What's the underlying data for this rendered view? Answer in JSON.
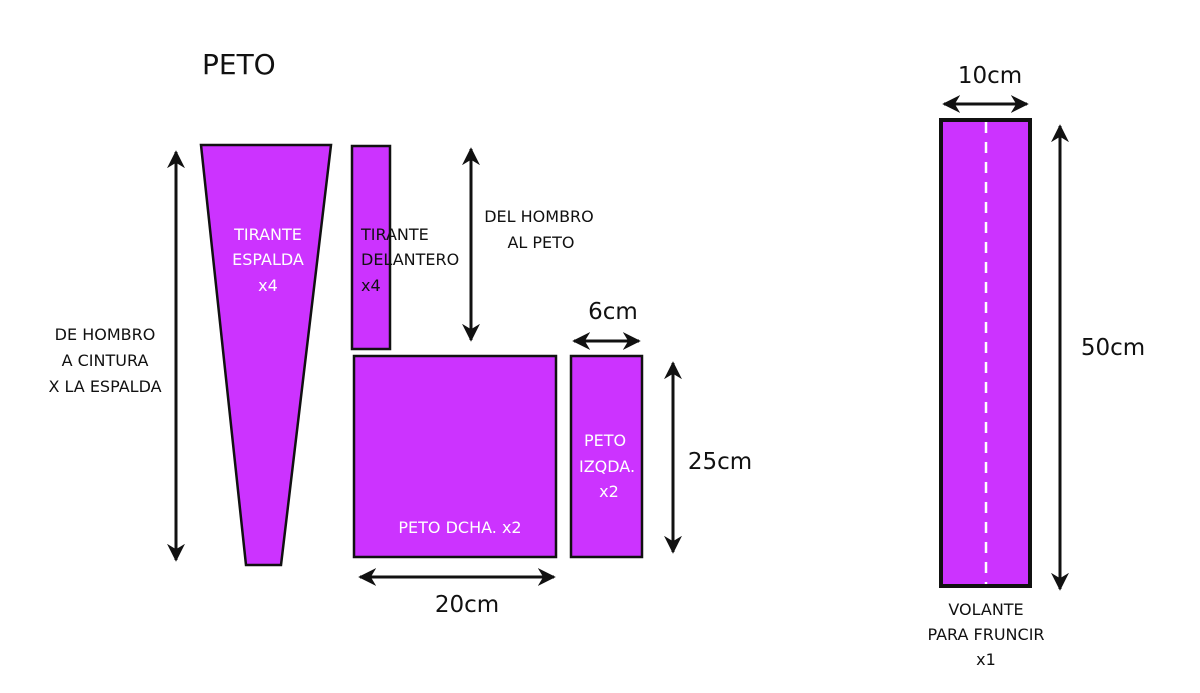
{
  "title": "PETO",
  "colors": {
    "fabric": "#CC33FF",
    "outline": "#111111",
    "background": "#FFFFFF"
  },
  "labels": {
    "back_length": [
      "DE HOMBRO",
      "A CINTURA",
      "X LA ESPALDA"
    ],
    "shoulder_to_bib": [
      "DEL HOMBRO",
      "AL PETO"
    ]
  },
  "pieces": {
    "tirante_espalda": [
      "TIRANTE",
      "ESPALDA",
      "x4"
    ],
    "tirante_delantero": [
      "TIRANTE",
      "DELANTERO",
      "x4"
    ],
    "peto_dcha": "PETO DCHA. x2",
    "peto_izqda": [
      "PETO",
      "IZQDA.",
      "x2"
    ],
    "volante": [
      "VOLANTE",
      "PARA FRUNCIR",
      "x1"
    ]
  },
  "dimensions": {
    "peto_izqda_width": "6cm",
    "peto_height": "25cm",
    "peto_dcha_width": "20cm",
    "volante_width": "10cm",
    "volante_length": "50cm"
  }
}
